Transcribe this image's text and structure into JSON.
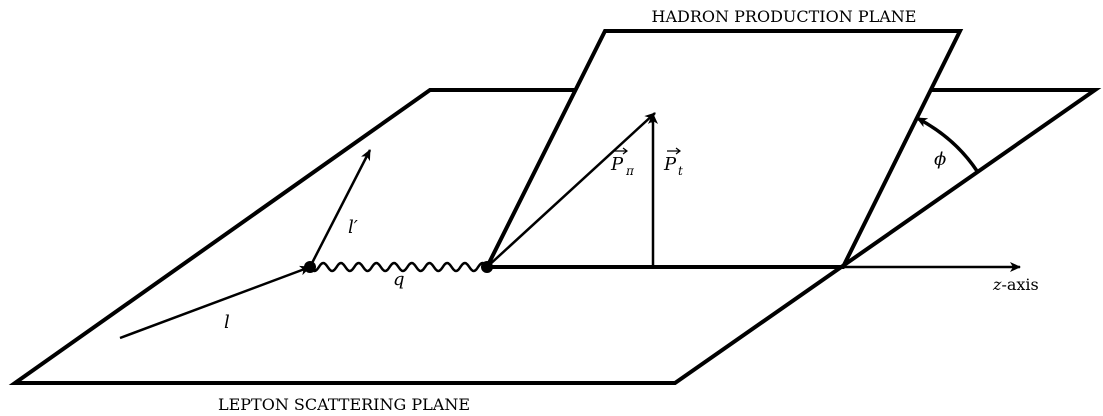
{
  "labels": {
    "hadron_plane": "HADRON PRODUCTION PLANE",
    "lepton_plane": "LEPTON SCATTERING PLANE",
    "l": "l",
    "l_prime": "l′",
    "q": "q",
    "p_pi": "P",
    "p_pi_sub": "π",
    "p_t": "P",
    "p_t_sub": "t",
    "phi": "ϕ",
    "z_axis_var": "z",
    "z_axis_suffix": "-axis"
  },
  "colors": {
    "ink": "#000000",
    "background": "#ffffff"
  }
}
